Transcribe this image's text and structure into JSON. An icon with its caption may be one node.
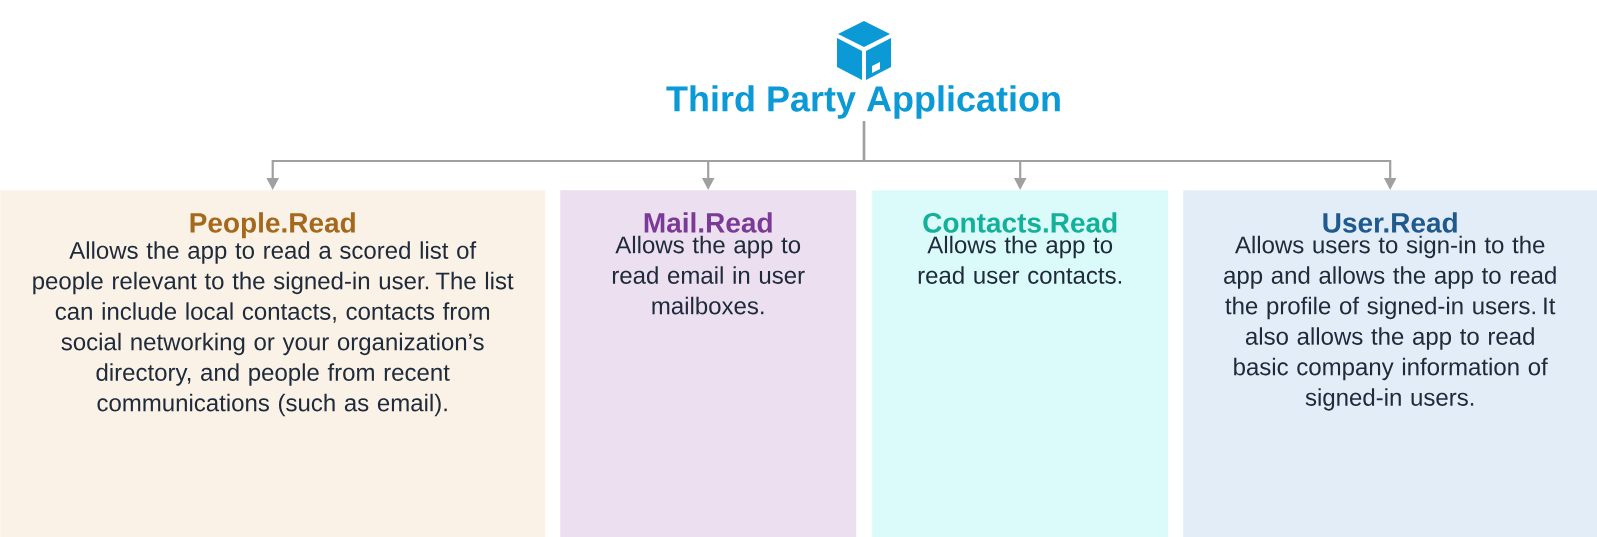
{
  "diagram": {
    "nodes": [
      {
        "text": [
          "Third Party Application"
        ]
      },
      {
        "text": [
          "People.Read",
          "Allows the app to read a scored list of people relevant to the signed-in user. The list can include local contacts, contacts from social networking or your organization’s directory, and people from recent communications (such as email)."
        ]
      },
      {
        "text": [
          "Mail.Read",
          "Allows the app to read email in user mailboxes."
        ]
      },
      {
        "text": [
          "Contacts.Read",
          "Allows the app to read user contacts."
        ]
      },
      {
        "text": [
          "User.Read",
          "Allows users to sign-in to the app and allows the app to read the profile of signed-in users. It also allows the app to read basic company information of signed-in users."
        ]
      }
    ],
    "edges": [
      {
        "from": 0,
        "to": 1,
        "arrow": "to"
      },
      {
        "from": 0,
        "to": 2,
        "arrow": "to"
      },
      {
        "from": 0,
        "to": 3,
        "arrow": "to"
      },
      {
        "from": 0,
        "to": 4,
        "arrow": "to"
      }
    ]
  }
}
